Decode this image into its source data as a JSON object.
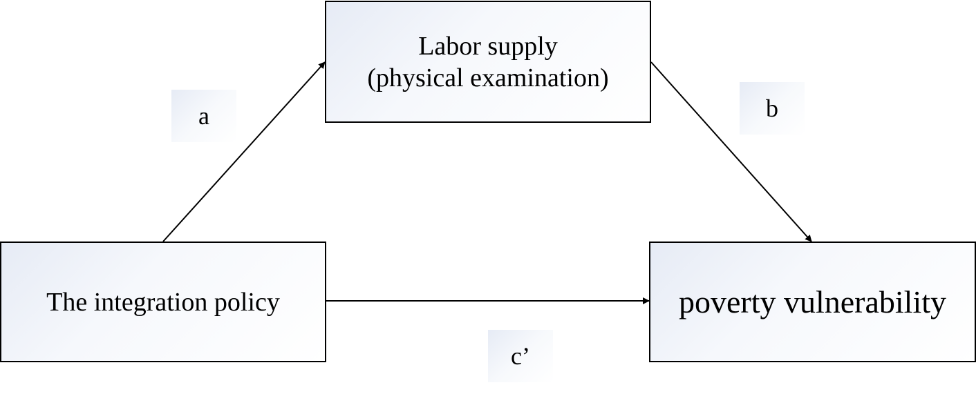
{
  "nodes": {
    "mediator": {
      "line1": "Labor supply",
      "line2": "(physical examination)"
    },
    "independent": {
      "label": "The integration policy"
    },
    "dependent": {
      "label": "poverty vulnerability"
    }
  },
  "paths": {
    "a": "a",
    "b": "b",
    "c_prime": "c’"
  },
  "colors": {
    "stroke": "#000000",
    "box_fill_tint": "#e6ebf5"
  }
}
